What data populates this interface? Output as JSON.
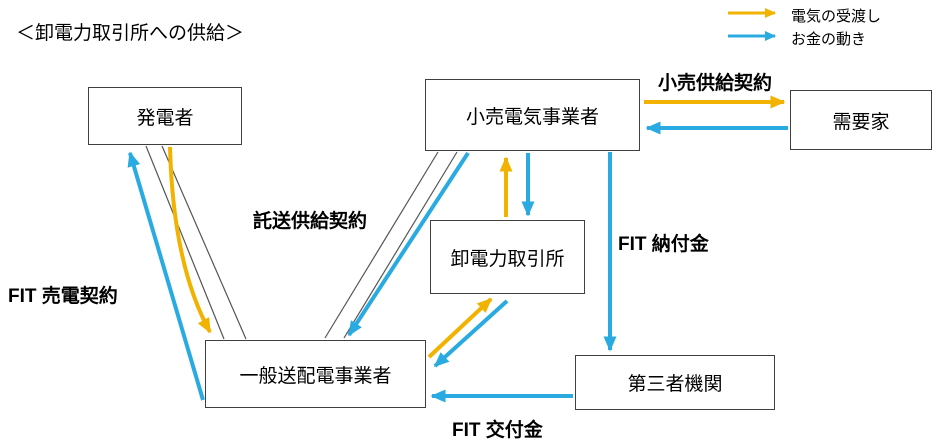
{
  "title": "＜卸電力取引所への供給＞",
  "legend": {
    "electricity_label": "電気の受渡し",
    "money_label": "お金の動き"
  },
  "nodes": {
    "generator": "発電者",
    "retailer": "小売電気事業者",
    "consumer": "需要家",
    "exchange": "卸電力取引所",
    "transmission": "一般送配電事業者",
    "third_party": "第三者機関"
  },
  "labels": {
    "retail_supply_contract": "小売供給契約",
    "consignment_supply_contract": "託送供給契約",
    "fit_sale_contract": "FIT 売電契約",
    "fit_levy": "FIT 納付金",
    "fit_grant": "FIT 交付金"
  },
  "colors": {
    "electricity": "#F2B200",
    "money": "#29ABE2",
    "line": "#555555",
    "box_border": "#3F3F3F",
    "text": "#000000"
  },
  "edges": [
    {
      "from": "発電者",
      "to": "一般送配電事業者",
      "type": "electricity"
    },
    {
      "from": "一般送配電事業者",
      "to": "発電者",
      "type": "money"
    },
    {
      "from": "発電者",
      "to": "一般送配電事業者",
      "type": "contract",
      "label": "FIT 売電契約"
    },
    {
      "from": "一般送配電事業者",
      "to": "卸電力取引所",
      "type": "electricity"
    },
    {
      "from": "卸電力取引所",
      "to": "一般送配電事業者",
      "type": "money"
    },
    {
      "from": "卸電力取引所",
      "to": "小売電気事業者",
      "type": "electricity"
    },
    {
      "from": "小売電気事業者",
      "to": "卸電力取引所",
      "type": "money"
    },
    {
      "from": "小売電気事業者",
      "to": "需要家",
      "type": "electricity",
      "label": "小売供給契約"
    },
    {
      "from": "需要家",
      "to": "小売電気事業者",
      "type": "money"
    },
    {
      "from": "小売電気事業者",
      "to": "一般送配電事業者",
      "type": "money",
      "label": "託送供給契約"
    },
    {
      "from": "小売電気事業者",
      "to": "一般送配電事業者",
      "type": "contract",
      "label": "託送供給契約"
    },
    {
      "from": "小売電気事業者",
      "to": "第三者機関",
      "type": "money",
      "label": "FIT 納付金"
    },
    {
      "from": "第三者機関",
      "to": "一般送配電事業者",
      "type": "money",
      "label": "FIT 交付金"
    }
  ]
}
